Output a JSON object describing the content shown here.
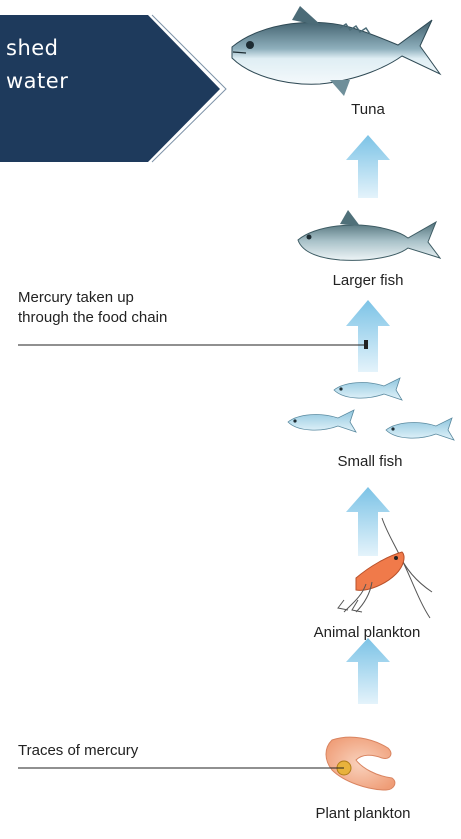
{
  "banner": {
    "line1": "shed",
    "line2": "water",
    "color": "#1e3a5c"
  },
  "levels": {
    "tuna": "Tuna",
    "larger_fish": "Larger fish",
    "small_fish": "Small fish",
    "animal_plankton": "Animal plankton",
    "plant_plankton": "Plant plankton"
  },
  "annotations": {
    "uptake_line1": "Mercury taken up",
    "uptake_line2": "through the food chain",
    "traces": "Traces of mercury"
  },
  "colors": {
    "arrow_top": "#8ccbe8",
    "arrow_bottom": "#dff1fa",
    "fish_back": "#5f7f87",
    "fish_belly": "#eaf3f6",
    "small_fish": "#a9d7ea",
    "zooplankton": "#f07a4a",
    "phytoplankton": "#f6b89a"
  }
}
